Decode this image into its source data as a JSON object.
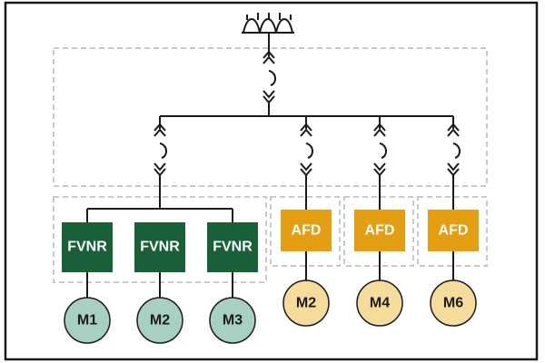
{
  "colors": {
    "frame": "#1a1a1a",
    "dash": "#c9c9c9",
    "line": "#1a1a1a",
    "fvnr_fill": "#17603a",
    "afd_fill": "#e39e12",
    "motor_fvnr_fill": "#a8cfc3",
    "motor_afd_fill": "#f5dc9a",
    "text_on_box": "#ffffff",
    "text_on_motor": "#1a1a1a"
  },
  "icons": {
    "source": "transformer-icon",
    "disconnect": "draw-out-disconnect-icon",
    "fuse": "fuse-icon"
  },
  "starters": [
    {
      "label": "FVNR",
      "type": "fvnr",
      "motor": "M1"
    },
    {
      "label": "FVNR",
      "type": "fvnr",
      "motor": "M2"
    },
    {
      "label": "FVNR",
      "type": "fvnr",
      "motor": "M3"
    },
    {
      "label": "AFD",
      "type": "afd",
      "motor": "M2"
    },
    {
      "label": "AFD",
      "type": "afd",
      "motor": "M4"
    },
    {
      "label": "AFD",
      "type": "afd",
      "motor": "M6"
    }
  ]
}
